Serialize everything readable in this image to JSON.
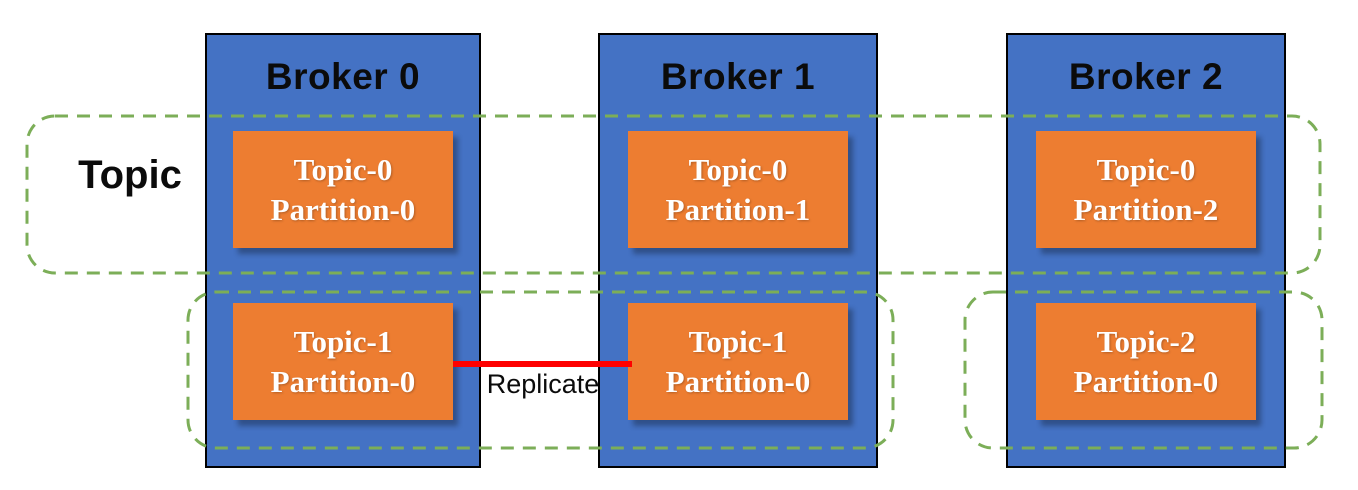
{
  "labels": {
    "topic_group": "Topic",
    "replicate": "Replicate"
  },
  "colors": {
    "broker_fill": "#4472C4",
    "broker_border": "#000000",
    "partition_fill": "#ED7D31",
    "partition_text": "#FFFFFF",
    "group_outline": "#7CAE58",
    "replicate_line": "#FF0000",
    "title_text": "#0B0B0B"
  },
  "brokers": [
    {
      "name": "Broker 0",
      "partitions": [
        {
          "line1": "Topic-0",
          "line2": "Partition-0"
        },
        {
          "line1": "Topic-1",
          "line2": "Partition-0"
        }
      ]
    },
    {
      "name": "Broker 1",
      "partitions": [
        {
          "line1": "Topic-0",
          "line2": "Partition-1"
        },
        {
          "line1": "Topic-1",
          "line2": "Partition-0"
        }
      ]
    },
    {
      "name": "Broker 2",
      "partitions": [
        {
          "line1": "Topic-0",
          "line2": "Partition-2"
        },
        {
          "line1": "Topic-2",
          "line2": "Partition-0"
        }
      ]
    }
  ]
}
